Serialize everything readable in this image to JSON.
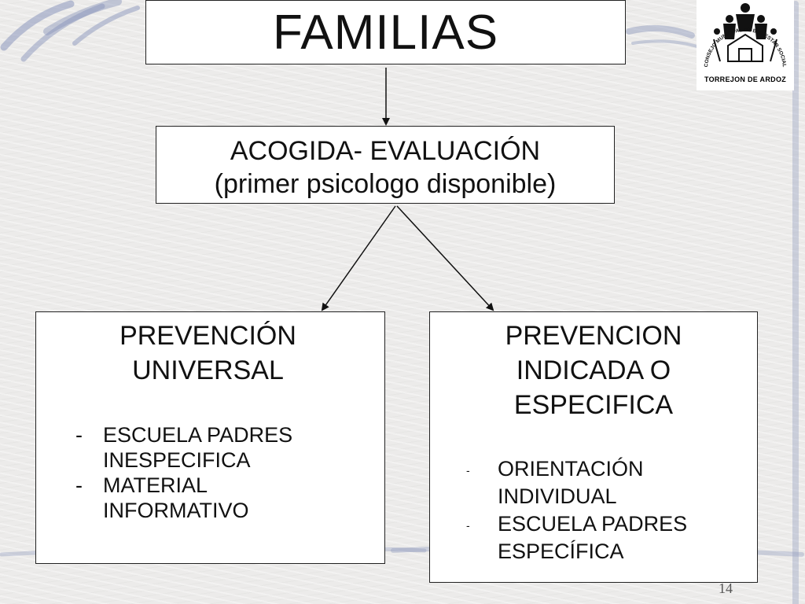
{
  "title": "FAMILIAS",
  "acogida": {
    "line1": "ACOGIDA- EVALUACIÓN",
    "line2": "(primer psicologo disponible)"
  },
  "universal": {
    "head1": "PREVENCIÓN",
    "head2": "UNIVERSAL",
    "items": [
      {
        "bullet": "-",
        "line1": "ESCUELA  PADRES",
        "line2": "INESPECIFICA"
      },
      {
        "bullet": "-",
        "line1": "MATERIAL",
        "line2": "INFORMATIVO"
      }
    ]
  },
  "especifica": {
    "head1": "PREVENCION",
    "head2": "INDICADA O",
    "head3": "ESPECIFICA",
    "items": [
      {
        "bullet": "-",
        "line1": "ORIENTACIÓN",
        "line2": "INDIVIDUAL"
      },
      {
        "bullet": "-",
        "line1": "ESCUELA PADRES",
        "line2": "ESPECÍFICA"
      }
    ]
  },
  "logo": {
    "arc_text": "CONSEJO MUNICIPAL DE BIENESTAR SOCIAL",
    "caption": "TORREJON DE ARDOZ"
  },
  "page_number": "14",
  "colors": {
    "background": "#ecebea",
    "box_border": "#222222",
    "accent_blue": "#6f7faa"
  }
}
